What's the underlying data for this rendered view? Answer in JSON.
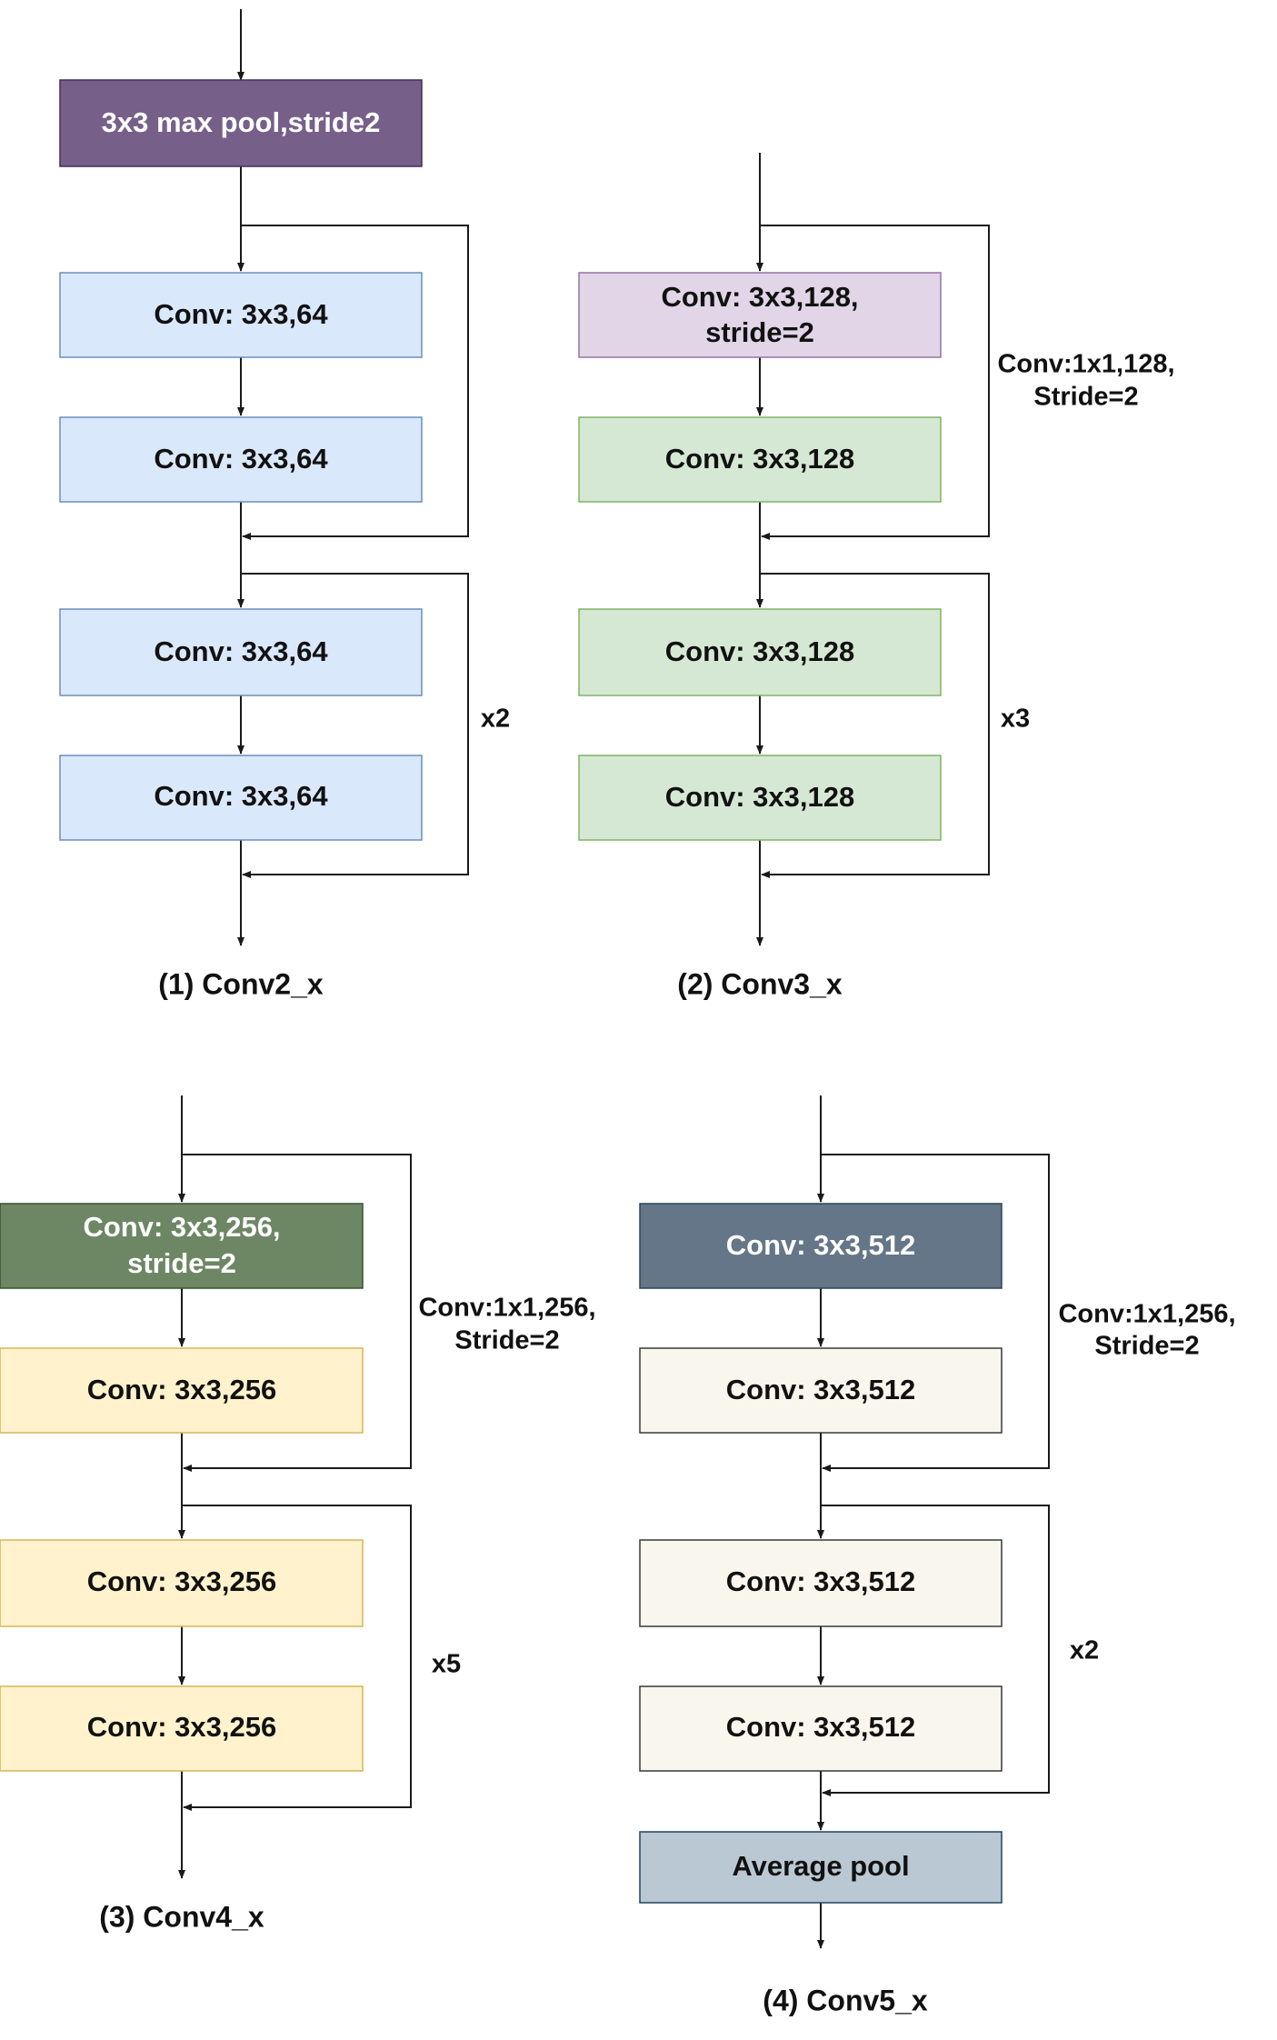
{
  "colors": {
    "purple_dark": "#76608A",
    "blue_light": "#DAE8FC",
    "purple_light": "#E1D5E7",
    "green_light": "#D5E8D4",
    "green_dark": "#6D8764",
    "yellow_light": "#FFF2CC",
    "slate_dark": "#647687",
    "cream": "#F9F7ED",
    "gray_blue": "#BAC8D3"
  },
  "conv2": {
    "maxpool": "3x3 max pool,stride2",
    "conv_a": "Conv: 3x3,64",
    "conv_b": "Conv: 3x3,64",
    "conv_c": "Conv: 3x3,64",
    "conv_d": "Conv: 3x3,64",
    "repeat": "x2",
    "caption": "(1) Conv2_x"
  },
  "conv3": {
    "conv_a_line1": "Conv: 3x3,128,",
    "conv_a_line2": "stride=2",
    "conv_b": "Conv: 3x3,128",
    "conv_c": "Conv: 3x3,128",
    "conv_d": "Conv: 3x3,128",
    "shortcut_line1": "Conv:1x1,128,",
    "shortcut_line2": "Stride=2",
    "repeat": "x3",
    "caption": "(2) Conv3_x"
  },
  "conv4": {
    "conv_a_line1": "Conv: 3x3,256,",
    "conv_a_line2": "stride=2",
    "conv_b": "Conv: 3x3,256",
    "conv_c": "Conv: 3x3,256",
    "conv_d": "Conv: 3x3,256",
    "shortcut_line1": "Conv:1x1,256,",
    "shortcut_line2": "Stride=2",
    "repeat": "x5",
    "caption": "(3) Conv4_x"
  },
  "conv5": {
    "conv_a": "Conv: 3x3,512",
    "conv_b": "Conv: 3x3,512",
    "conv_c": "Conv: 3x3,512",
    "conv_d": "Conv: 3x3,512",
    "shortcut_line1": "Conv:1x1,256,",
    "shortcut_line2": "Stride=2",
    "repeat": "x2",
    "avgpool": "Average pool",
    "caption": "(4) Conv5_x"
  }
}
